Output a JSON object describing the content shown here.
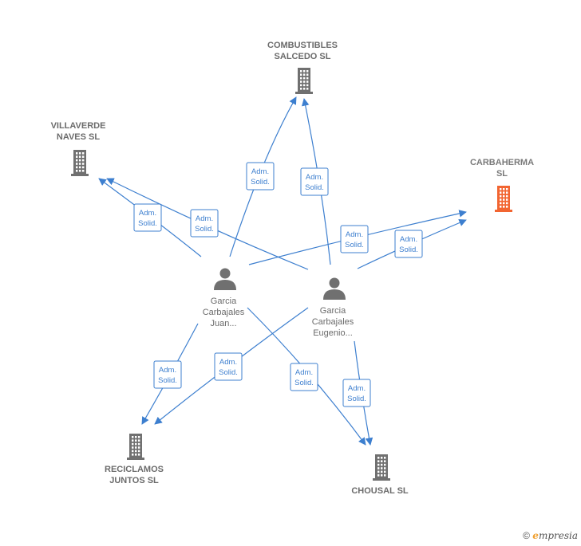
{
  "colors": {
    "edge": "#3d7fcf",
    "company": "#707070",
    "company_highlight": "#f26531",
    "person": "#707070"
  },
  "nodes": [
    {
      "id": "combustibles",
      "kind": "company",
      "label_lines": [
        "COMBUSTIBLES",
        "SALCEDO SL"
      ],
      "icon": "building-icon"
    },
    {
      "id": "villaverde",
      "kind": "company",
      "label_lines": [
        "VILLAVERDE",
        "NAVES  SL"
      ],
      "icon": "building-icon"
    },
    {
      "id": "carbaherma",
      "kind": "company",
      "highlight": true,
      "label_lines": [
        "CARBAHERMA",
        "SL"
      ],
      "icon": "building-icon"
    },
    {
      "id": "reciclamos",
      "kind": "company",
      "label_lines": [
        "RECICLAMOS",
        "JUNTOS  SL"
      ],
      "icon": "building-icon"
    },
    {
      "id": "chousal",
      "kind": "company",
      "label_lines": [
        "CHOUSAL SL"
      ],
      "icon": "building-icon"
    },
    {
      "id": "juan",
      "kind": "person",
      "label_lines": [
        "Garcia",
        "Carbajales",
        "Juan..."
      ],
      "icon": "person-icon"
    },
    {
      "id": "eugenio",
      "kind": "person",
      "label_lines": [
        "Garcia",
        "Carbajales",
        "Eugenio..."
      ],
      "icon": "person-icon"
    }
  ],
  "edges": [
    {
      "from": "juan",
      "to": "combustibles",
      "label_lines": [
        "Adm.",
        "Solid."
      ]
    },
    {
      "from": "eugenio",
      "to": "combustibles",
      "label_lines": [
        "Adm.",
        "Solid."
      ]
    },
    {
      "from": "juan",
      "to": "villaverde",
      "label_lines": [
        "Adm.",
        "Solid."
      ]
    },
    {
      "from": "eugenio",
      "to": "villaverde",
      "label_lines": [
        "Adm.",
        "Solid."
      ]
    },
    {
      "from": "juan",
      "to": "carbaherma",
      "label_lines": [
        "Adm.",
        "Solid."
      ]
    },
    {
      "from": "eugenio",
      "to": "carbaherma",
      "label_lines": [
        "Adm.",
        "Solid."
      ]
    },
    {
      "from": "juan",
      "to": "reciclamos",
      "label_lines": [
        "Adm.",
        "Solid."
      ]
    },
    {
      "from": "eugenio",
      "to": "reciclamos",
      "label_lines": [
        "Adm.",
        "Solid."
      ]
    },
    {
      "from": "juan",
      "to": "chousal",
      "label_lines": [
        "Adm.",
        "Solid."
      ]
    },
    {
      "from": "eugenio",
      "to": "chousal",
      "label_lines": [
        "Adm.",
        "Solid."
      ]
    }
  ],
  "footer": {
    "copyright": "©",
    "brand_first": "e",
    "brand_rest": "mpresia"
  }
}
